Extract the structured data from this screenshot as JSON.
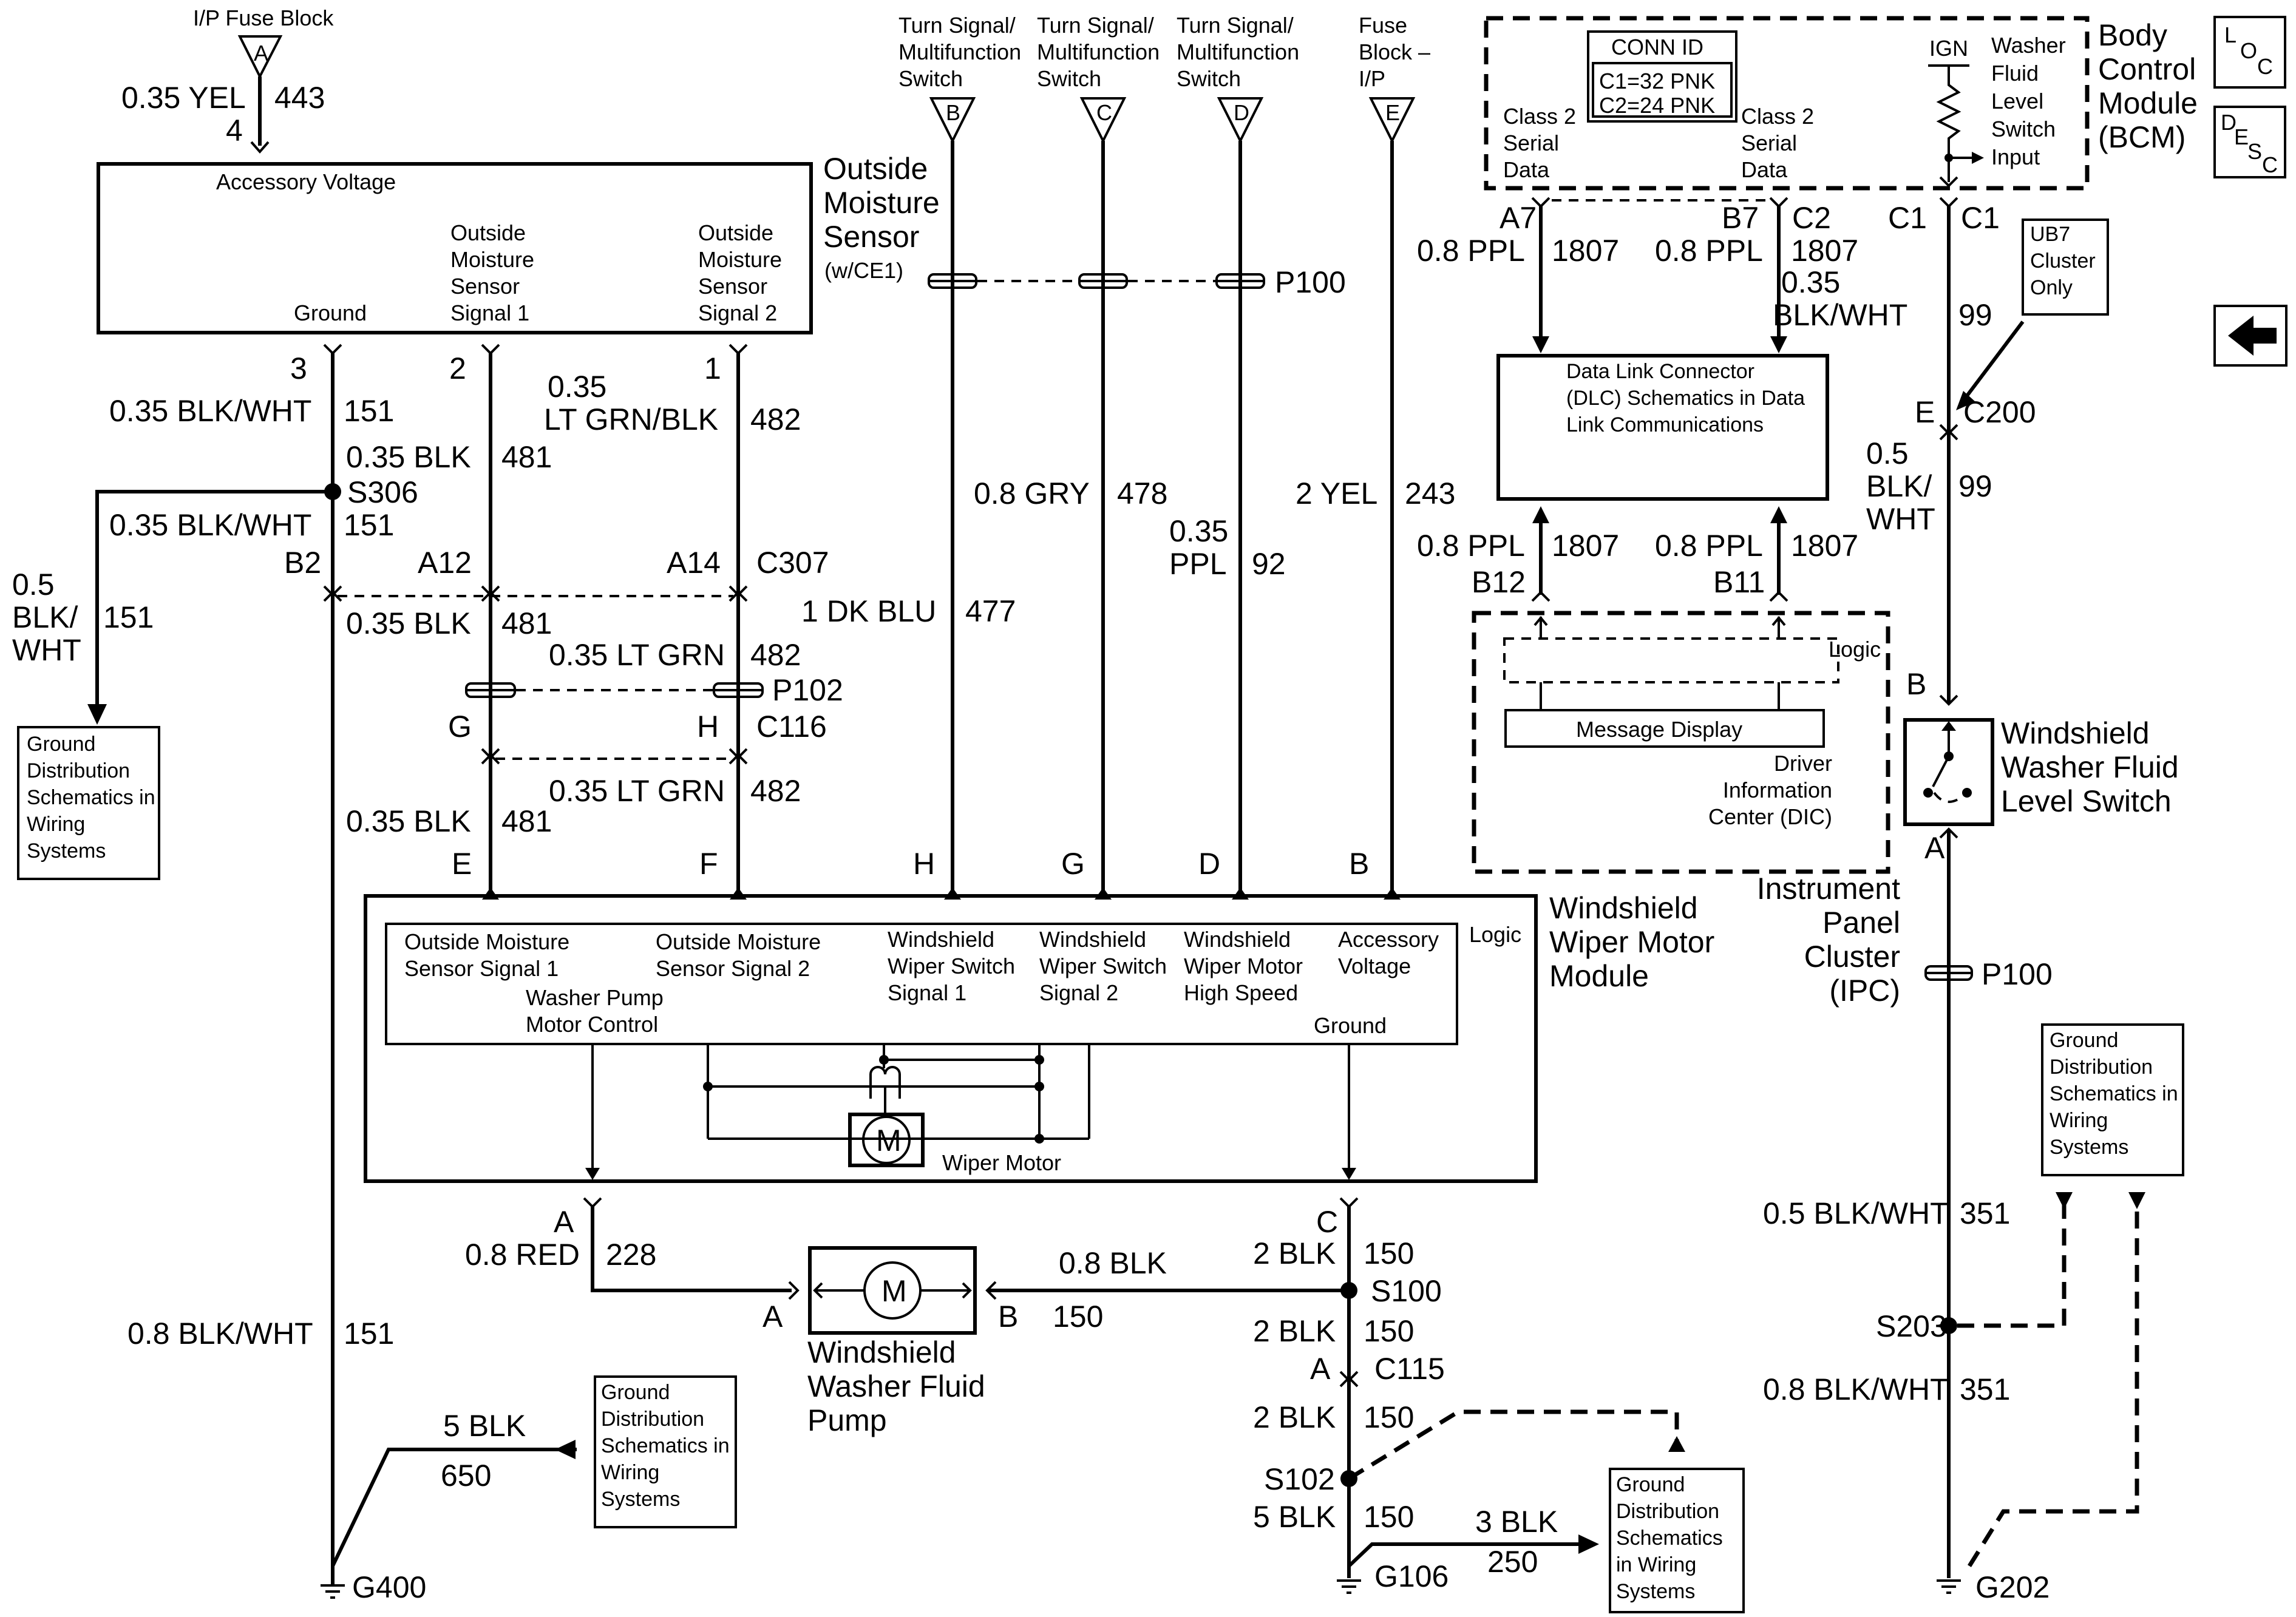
{
  "modules": {
    "fuse_block_ip": "I/P Fuse Block",
    "fuse_block_ip_2": "Fuse Block – I/P",
    "turn_signal_switch": "Turn Signal/ Multifunction Switch",
    "outside_moisture_sensor": "Outside Moisture Sensor",
    "w_ce1": "(w/CE1)",
    "bcm": "Body Control Module (BCM)",
    "dlc": "Data Link Connector (DLC) Schematics in Data Link Communications",
    "ipc": "Instrument Panel Cluster (IPC)",
    "dic": "Driver Information Center (DIC)",
    "message_display": "Message Display",
    "logic": "Logic",
    "wiper_module": "Windshield Wiper Motor Module",
    "wiper_motor": "Wiper Motor",
    "washer_pump": "Windshield Washer Fluid Pump",
    "level_switch": "Windshield Washer Fluid Level Switch",
    "ground_dist": "Ground Distribution Schematics in Wiring Systems",
    "ub7_note": "UB7 Cluster Only",
    "conn_id_title": "CONN ID",
    "conn_c1": "C1=32 PNK",
    "conn_c2": "C2=24 PNK",
    "class2": "Class 2 Serial Data",
    "ign": "IGN",
    "washer_input": "Washer Fluid Level Switch Input"
  },
  "sensor_pins": {
    "accessory_voltage": "Accessory Voltage",
    "ground": "Ground",
    "signal1": "Outside Moisture Sensor Signal 1",
    "signal2": "Outside Moisture Sensor Signal 2"
  },
  "wiper_pins": {
    "oms1": "Outside Moisture Sensor Signal 1",
    "oms2": "Outside Moisture Sensor Signal 2",
    "ws1": "Windshield Wiper Switch Signal 1",
    "ws2": "Windshield Wiper Switch Signal 2",
    "high": "Windshield Wiper Motor High Speed",
    "acc": "Accessory Voltage",
    "pump": "Washer Pump Motor Control",
    "ground": "Ground"
  },
  "wires": {
    "w443": [
      "0.35 YEL",
      "443",
      "4"
    ],
    "w151a": [
      "3",
      "0.35 BLK/WHT",
      "151"
    ],
    "w151b": [
      "0.35 BLK/WHT",
      "151"
    ],
    "w151c": [
      "0.5",
      "BLK/",
      "WHT",
      "151"
    ],
    "w151d": [
      "0.8 BLK/WHT",
      "151"
    ],
    "w481a": [
      "2",
      "0.35 BLK",
      "481"
    ],
    "w481b": [
      "0.35 BLK",
      "481"
    ],
    "w481c": [
      "0.35 BLK",
      "481"
    ],
    "w482a": [
      "1",
      "0.35",
      "LT GRN/BLK",
      "482"
    ],
    "w482b": [
      "0.35 LT GRN",
      "482"
    ],
    "w482c": [
      "0.35 LT GRN",
      "482"
    ],
    "w477": [
      "1 DK BLU",
      "477"
    ],
    "w478": [
      "0.8 GRY",
      "478"
    ],
    "w92": [
      "0.35",
      "PPL",
      "92"
    ],
    "w243": [
      "2 YEL",
      "243"
    ],
    "w1807a": [
      "0.8 PPL",
      "1807"
    ],
    "w1807b": [
      "0.8 PPL",
      "1807"
    ],
    "w1807c": [
      "0.8 PPL",
      "1807"
    ],
    "w1807d": [
      "0.8 PPL",
      "1807"
    ],
    "w99a": [
      "0.35",
      "BLK/WHT",
      "99"
    ],
    "w99b": [
      "0.5",
      "BLK/",
      "WHT",
      "99"
    ],
    "w228": [
      "0.8 RED",
      "228"
    ],
    "w150a": [
      "0.8 BLK",
      "150"
    ],
    "w150b": [
      "2 BLK",
      "150"
    ],
    "w150c": [
      "2 BLK",
      "150"
    ],
    "w150d": [
      "2 BLK",
      "150"
    ],
    "w150e": [
      "5 BLK",
      "150"
    ],
    "w650": [
      "5 BLK",
      "650"
    ],
    "w250": [
      "3 BLK",
      "250"
    ],
    "w351a": [
      "0.5 BLK/WHT",
      "351"
    ],
    "w351b": [
      "0.8 BLK/WHT",
      "351"
    ]
  },
  "connectors": {
    "S306": "S306",
    "C307": "C307",
    "P102": "P102",
    "C116": "C116",
    "P100": "P100",
    "C200": "C200",
    "S100": "S100",
    "C115": "C115",
    "S102": "S102",
    "S203": "S203",
    "G400": "G400",
    "G106": "G106",
    "G202": "G202",
    "B2": "B2",
    "A12": "A12",
    "A14": "A14",
    "G": "G",
    "H": "H",
    "E": "E",
    "F": "F",
    "D": "D",
    "B": "B",
    "A": "A",
    "C": "C",
    "A7": "A7",
    "B7": "B7",
    "C2": "C2",
    "C1": "C1",
    "B12": "B12",
    "B11": "B11"
  },
  "arrow_letters": [
    "A",
    "B",
    "C",
    "D",
    "E"
  ],
  "icons": {
    "loc": "LOC",
    "desc": "DESC",
    "back": "left-arrow-icon"
  }
}
